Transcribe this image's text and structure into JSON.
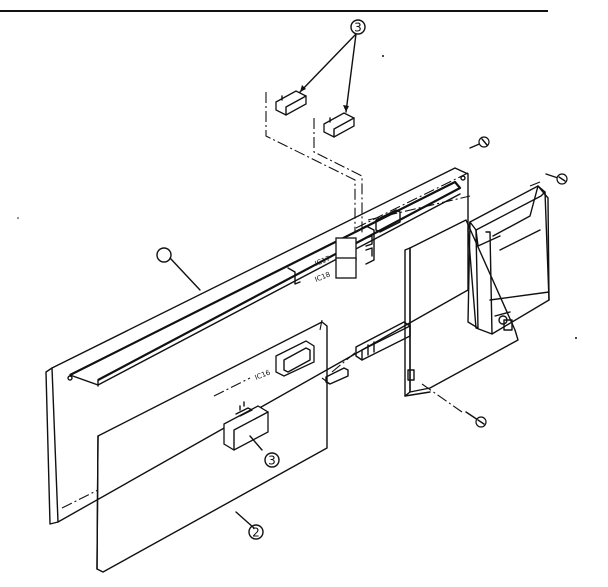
{
  "callouts": {
    "retainers_top": "3",
    "retainer_bottom": "3",
    "board_front": "2"
  },
  "chip_labels": {
    "ic17": "IC17",
    "ic18": "IC18",
    "ic16": "IC16"
  }
}
